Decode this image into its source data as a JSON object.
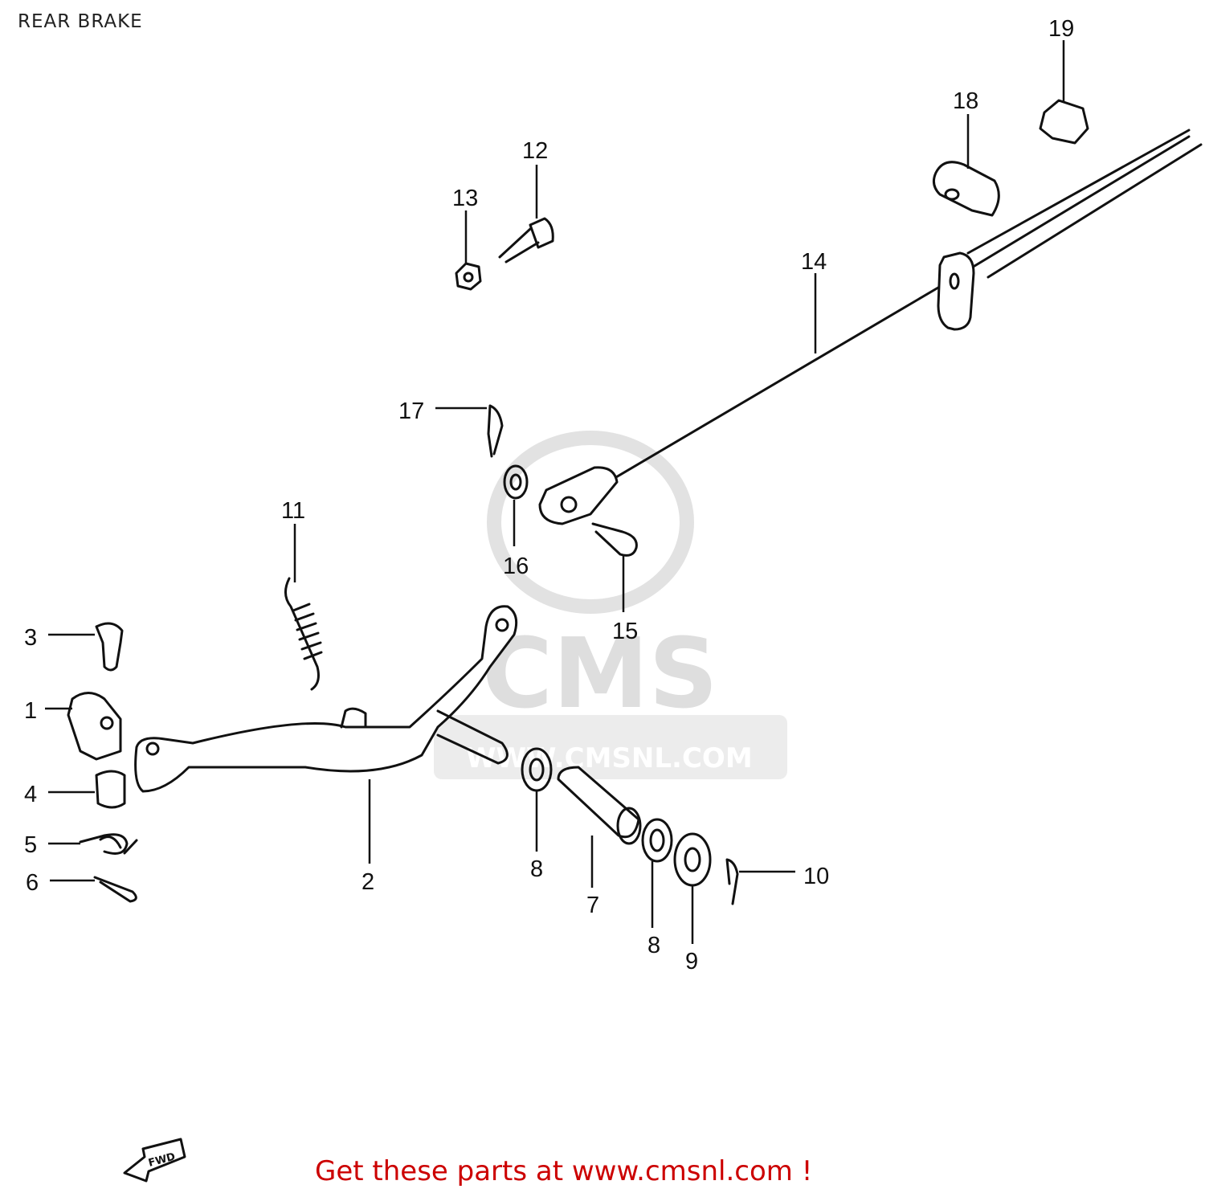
{
  "title": "REAR BRAKE",
  "footer": "Get these parts at www.cmsnl.com !",
  "watermark": {
    "text": "CMS",
    "url": "WWW.CMSNL.COM",
    "color": "#d0d0d0"
  },
  "fwd_label": "FWD",
  "callouts": [
    "1",
    "2",
    "3",
    "4",
    "5",
    "6",
    "7",
    "8",
    "8",
    "9",
    "10",
    "11",
    "12",
    "13",
    "14",
    "15",
    "16",
    "17",
    "18",
    "19"
  ]
}
